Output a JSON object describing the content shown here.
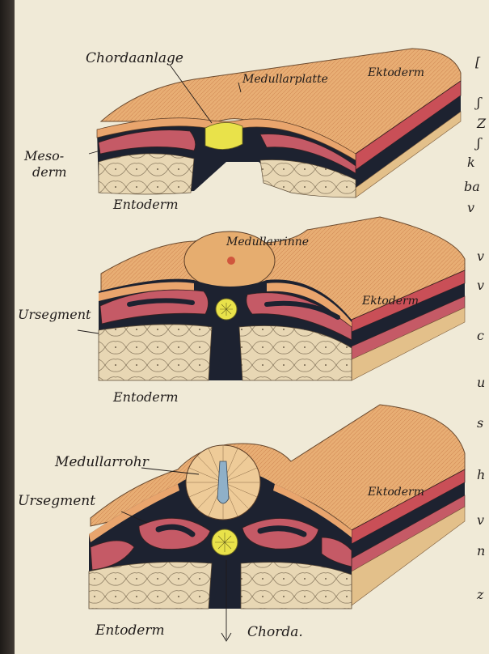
{
  "colors": {
    "paper": "#f0ead7",
    "ektoderm": "#e8b27a",
    "ektoderm_top": "#e9a56d",
    "mesoderm_red": "#c55a66",
    "mesoderm_dark": "#1d2230",
    "entoderm": "#e9d9b8",
    "chorda_yellow": "#e9e24a",
    "ink": "#1f1b1a"
  },
  "diagram_1": {
    "labels": {
      "chorda": "Chordaanlage",
      "medullar": "Medullarplatte",
      "ektoderm": "Ektoderm",
      "mesoderm_line1": "Meso-",
      "mesoderm_line2": "derm",
      "entoderm": "Entoderm"
    }
  },
  "diagram_2": {
    "labels": {
      "medullar": "Medullarrinne",
      "ektoderm": "Ektoderm",
      "ursegment": "Ursegment",
      "entoderm": "Entoderm"
    }
  },
  "diagram_3": {
    "labels": {
      "medullar": "Medullarrohr",
      "ursegment": "Ursegment",
      "ektoderm": "Ektoderm",
      "entoderm": "Entoderm",
      "chorda": "Chorda."
    }
  },
  "margin_text": [
    "[",
    "ʃ",
    "Z",
    "ʃ",
    "k",
    "ba",
    "v",
    "v",
    "v",
    "c",
    "u",
    "s",
    "h",
    "v",
    "n",
    "z"
  ]
}
